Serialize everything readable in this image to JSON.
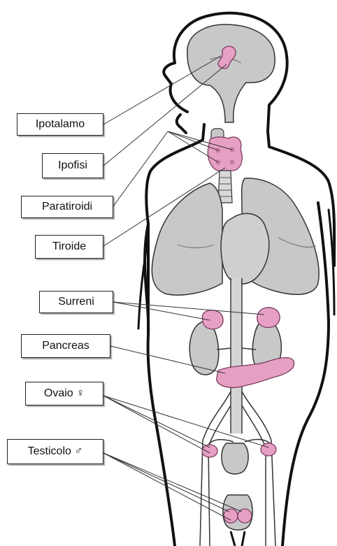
{
  "labels": {
    "hypothalamus": "Ipotalamo",
    "pituitary": "Ipofisi",
    "parathyroids": "Paratiroidi",
    "thyroid": "Tiroide",
    "adrenals": "Surreni",
    "pancreas": "Pancreas",
    "ovary": "Ovaio ♀",
    "testicle": "Testicolo ♂"
  },
  "colors": {
    "gland": "#e6a0c4",
    "gland_stroke": "#7a3d5e",
    "organ": "#c8c8c8",
    "vessel": "#d4d4d4",
    "outline": "#111111",
    "leader": "#333333"
  }
}
